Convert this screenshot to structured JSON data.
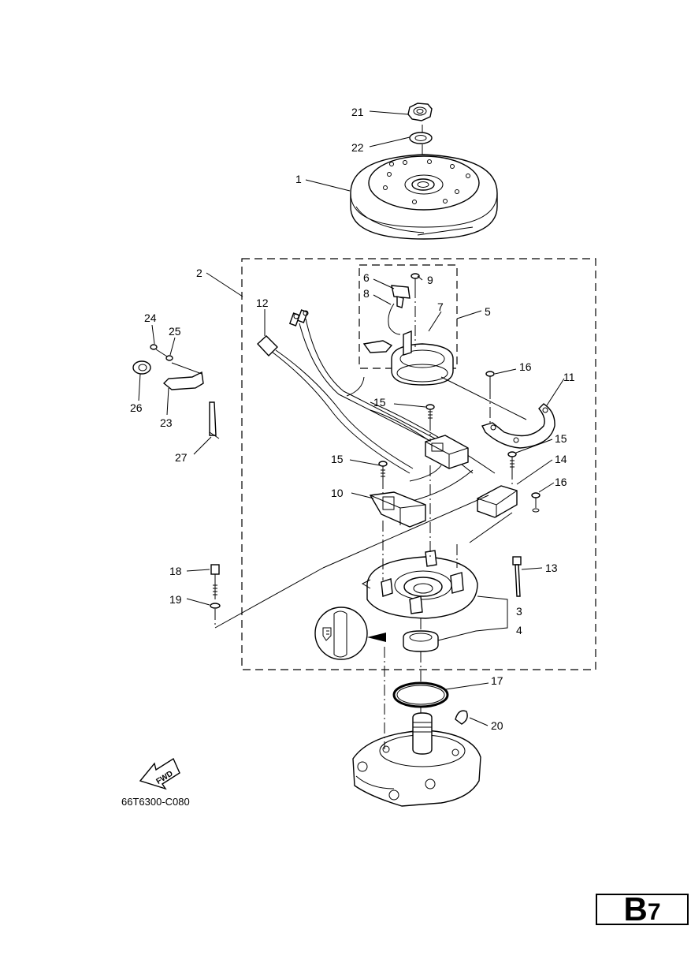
{
  "callouts": [
    {
      "id": "c21",
      "text": "21"
    },
    {
      "id": "c22",
      "text": "22"
    },
    {
      "id": "c1",
      "text": "1"
    },
    {
      "id": "c2",
      "text": "2"
    },
    {
      "id": "c6",
      "text": "6"
    },
    {
      "id": "c9",
      "text": "9"
    },
    {
      "id": "c8",
      "text": "8"
    },
    {
      "id": "c7",
      "text": "7"
    },
    {
      "id": "c5",
      "text": "5"
    },
    {
      "id": "c12",
      "text": "12"
    },
    {
      "id": "c24",
      "text": "24"
    },
    {
      "id": "c25",
      "text": "25"
    },
    {
      "id": "c26",
      "text": "26"
    },
    {
      "id": "c23",
      "text": "23"
    },
    {
      "id": "c16a",
      "text": "16"
    },
    {
      "id": "c11",
      "text": "11"
    },
    {
      "id": "c15a",
      "text": "15"
    },
    {
      "id": "c15b",
      "text": "15"
    },
    {
      "id": "c27",
      "text": "27"
    },
    {
      "id": "c15c",
      "text": "15"
    },
    {
      "id": "c14",
      "text": "14"
    },
    {
      "id": "c10",
      "text": "10"
    },
    {
      "id": "c16b",
      "text": "16"
    },
    {
      "id": "c18",
      "text": "18"
    },
    {
      "id": "c13",
      "text": "13"
    },
    {
      "id": "c19",
      "text": "19"
    },
    {
      "id": "c3",
      "text": "3"
    },
    {
      "id": "c4",
      "text": "4"
    },
    {
      "id": "c17",
      "text": "17"
    },
    {
      "id": "c20",
      "text": "20"
    }
  ],
  "fwd_label": "FWD",
  "diagram_code": "66T6300-C080",
  "page_letter": "B",
  "page_number": "7"
}
